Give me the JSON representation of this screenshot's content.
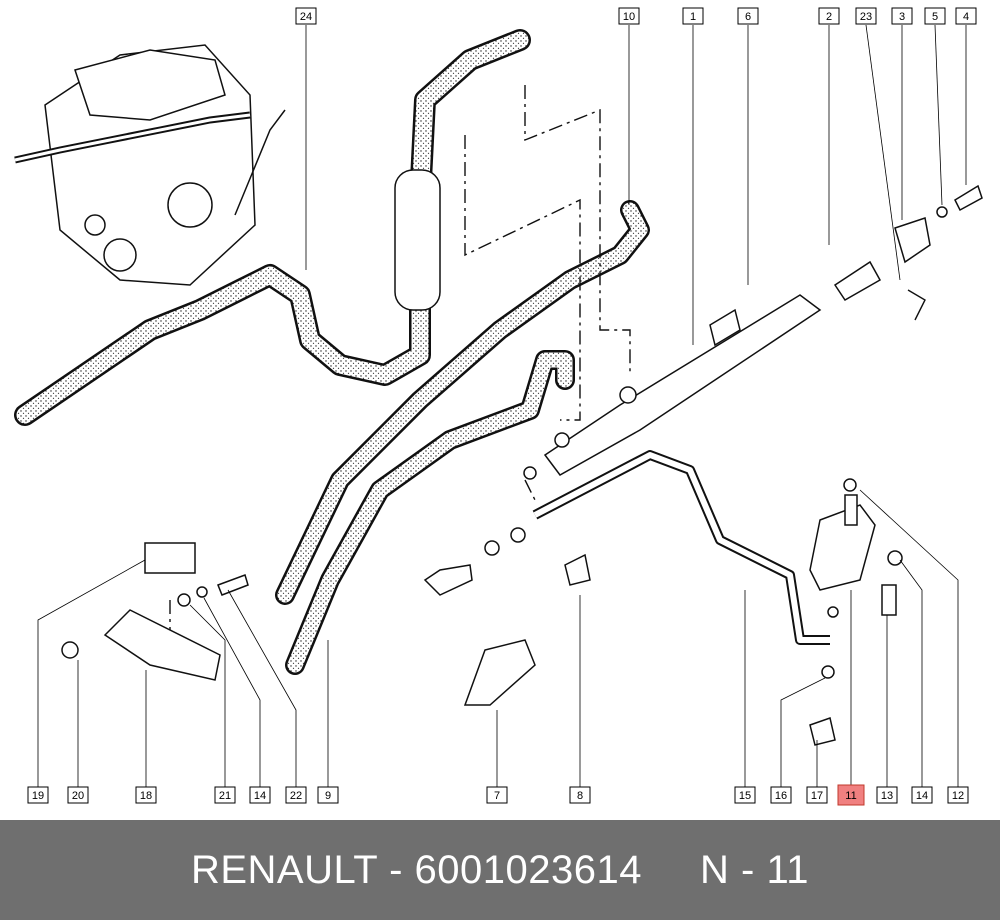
{
  "diagram": {
    "callouts": [
      "1",
      "2",
      "3",
      "4",
      "5",
      "6",
      "7",
      "8",
      "9",
      "10",
      "11",
      "12",
      "13",
      "14",
      "15",
      "16",
      "17",
      "18",
      "19",
      "20",
      "21",
      "22",
      "23",
      "24"
    ],
    "highlighted": "11"
  },
  "footer": {
    "text": "RENAULT - 6001023614     N - 11"
  },
  "colors": {
    "footer_bg": "#6f6f6f",
    "footer_text": "#ffffff",
    "highlight": "#f08080"
  }
}
